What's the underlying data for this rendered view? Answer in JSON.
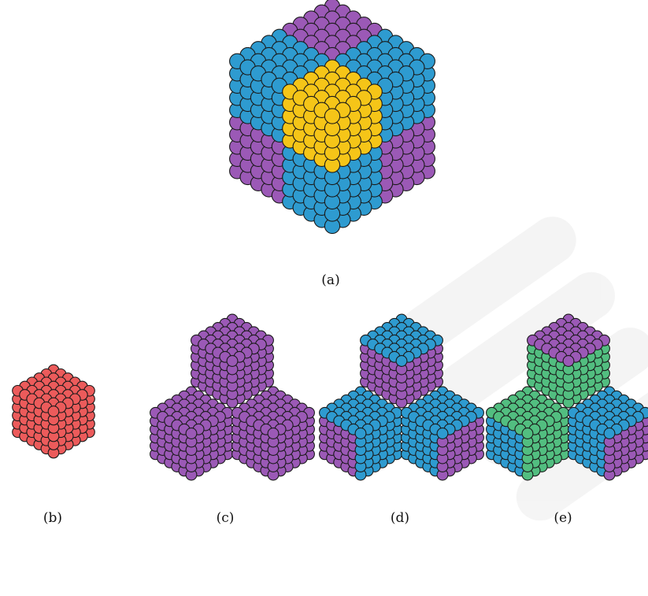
{
  "figure": {
    "colors": {
      "purple": "#9b59b6",
      "blue": "#2e9bd0",
      "yellow": "#f5c518",
      "green": "#52be80",
      "red": "#ec5b5b",
      "outline": "#1a1a1a"
    },
    "panels": [
      {
        "label": "(a)",
        "description": "assembled cube with octant coloring"
      },
      {
        "label": "(b)",
        "description": "single red block"
      },
      {
        "label": "(c)",
        "description": "three purple blocks around red core"
      },
      {
        "label": "(d)",
        "description": "purple and blue blocks"
      },
      {
        "label": "(e)",
        "description": "purple, blue and green blocks"
      }
    ]
  }
}
